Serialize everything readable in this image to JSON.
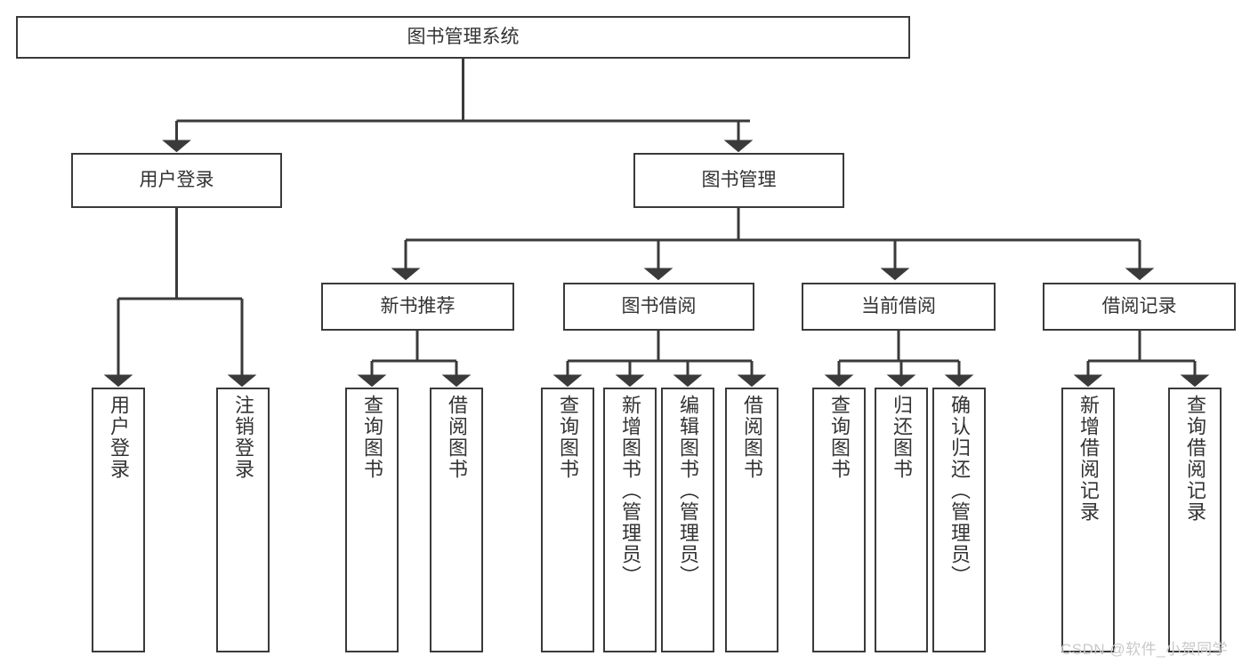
{
  "diagram": {
    "type": "tree-hierarchy-chart",
    "title": "图书管理系统",
    "watermark": "CSDN @软件_小贺同学",
    "colors": {
      "background": "#ffffff",
      "node_border": "#3a3a3a",
      "node_fill": "#ffffff",
      "text": "#333333",
      "edge": "#3a3a3a",
      "watermark": "#c9c9c9"
    },
    "nodes": {
      "root": {
        "label": "图书管理系统"
      },
      "level1": [
        {
          "id": "user-login",
          "label": "用户登录"
        },
        {
          "id": "book-manage",
          "label": "图书管理"
        }
      ],
      "level2": [
        {
          "id": "new-book-recommend",
          "label": "新书推荐"
        },
        {
          "id": "book-borrow",
          "label": "图书借阅"
        },
        {
          "id": "current-borrow",
          "label": "当前借阅"
        },
        {
          "id": "borrow-record",
          "label": "借阅记录"
        }
      ],
      "leaves": {
        "user_login": [
          {
            "id": "leaf-user-login",
            "label": "用户登录"
          },
          {
            "id": "leaf-logout-login",
            "label": "注销登录"
          }
        ],
        "new_book_recommend": [
          {
            "id": "leaf-query-book-1",
            "label": "查询图书"
          },
          {
            "id": "leaf-borrow-book-1",
            "label": "借阅图书"
          }
        ],
        "book_borrow": [
          {
            "id": "leaf-query-book-2",
            "label": "查询图书"
          },
          {
            "id": "leaf-add-book",
            "label": "新增图书（管理员）"
          },
          {
            "id": "leaf-edit-book",
            "label": "编辑图书（管理员）"
          },
          {
            "id": "leaf-borrow-book-2",
            "label": "借阅图书"
          }
        ],
        "current_borrow": [
          {
            "id": "leaf-query-book-3",
            "label": "查询图书"
          },
          {
            "id": "leaf-return-book",
            "label": "归还图书"
          },
          {
            "id": "leaf-confirm-return",
            "label": "确认归还（管理员）"
          }
        ],
        "borrow_record": [
          {
            "id": "leaf-add-record",
            "label": "新增借阅记录"
          },
          {
            "id": "leaf-query-record",
            "label": "查询借阅记录"
          }
        ]
      }
    }
  }
}
